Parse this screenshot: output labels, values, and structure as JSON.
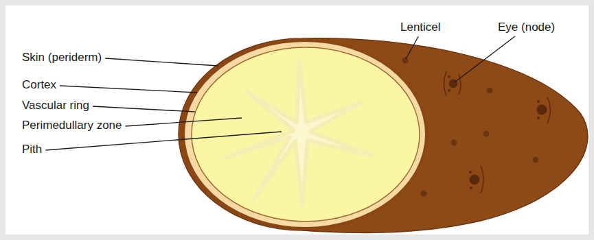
{
  "diagram": {
    "labels": [
      "Skin (periderm)",
      "Cortex",
      "Vascular ring",
      "Perimedullary zone",
      "Pith",
      "Lenticel",
      "Eye (node)"
    ]
  }
}
